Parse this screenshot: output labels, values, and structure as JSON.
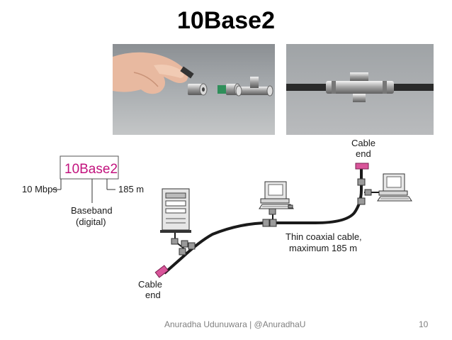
{
  "slide": {
    "title": "10Base2",
    "footer_left": "Anuradha Udunuwara | @AnuradhaU",
    "page_number": "10"
  },
  "diagram": {
    "standard_box": "10Base2",
    "speed": "10 Mbps",
    "max_length": "185 m",
    "signaling_line1": "Baseband",
    "signaling_line2": "(digital)",
    "cable_line1": "Thin coaxial cable,",
    "cable_line2": "maximum 185 m",
    "end_top_line1": "Cable",
    "end_top_line2": "end",
    "end_bottom_line1": "Cable",
    "end_bottom_line2": "end"
  },
  "colors": {
    "accent": "#c2127d",
    "terminator": "#d9559a",
    "cable": "#1a1a1a",
    "connector": "#8a8a8a"
  }
}
